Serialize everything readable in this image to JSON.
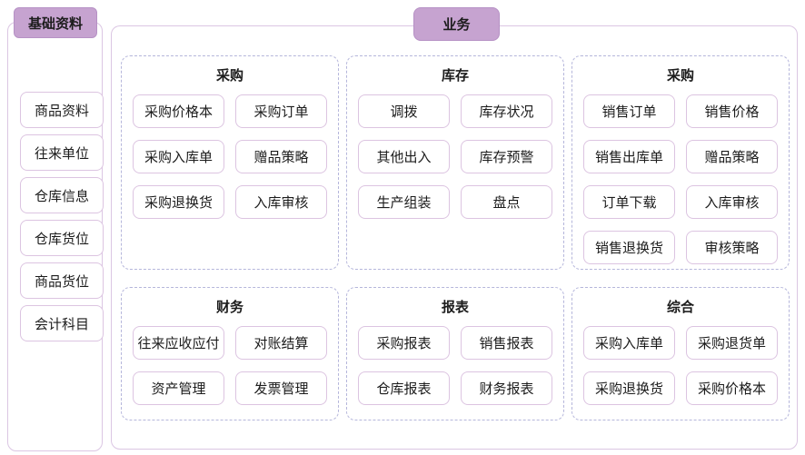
{
  "sidebar": {
    "title": "基础资料",
    "items": [
      "商品资料",
      "往来单位",
      "仓库信息",
      "仓库货位",
      "商品货位",
      "会计科目"
    ]
  },
  "main": {
    "title": "业务",
    "groups": [
      {
        "name": "purchase",
        "title": "采购",
        "items": [
          "采购价格本",
          "采购订单",
          "采购入库单",
          "赠品策略",
          "采购退换货",
          "入库审核"
        ]
      },
      {
        "name": "inventory",
        "title": "库存",
        "items": [
          "调拨",
          "库存状况",
          "其他出入",
          "库存预警",
          "生产组装",
          "盘点"
        ]
      },
      {
        "name": "sales",
        "title": "采购",
        "items": [
          "销售订单",
          "销售价格",
          "销售出库单",
          "赠品策略",
          "订单下载",
          "入库审核",
          "销售退换货",
          "审核策略"
        ]
      },
      {
        "name": "finance",
        "title": "财务",
        "items": [
          "往来应收应付",
          "对账结算",
          "资产管理",
          "发票管理"
        ]
      },
      {
        "name": "reports",
        "title": "报表",
        "items": [
          "采购报表",
          "销售报表",
          "仓库报表",
          "财务报表"
        ]
      },
      {
        "name": "general",
        "title": "综合",
        "items": [
          "采购入库单",
          "采购退货单",
          "采购退换货",
          "采购价格本"
        ]
      }
    ]
  },
  "colors": {
    "badge_bg": "#c6a3d0",
    "badge_border": "#b691c5",
    "panel_border": "#dbc6e3",
    "item_border": "#dcc4e1",
    "group_dashed_border": "#b5b6db",
    "text": "#1c1c1c",
    "background": "#ffffff"
  }
}
